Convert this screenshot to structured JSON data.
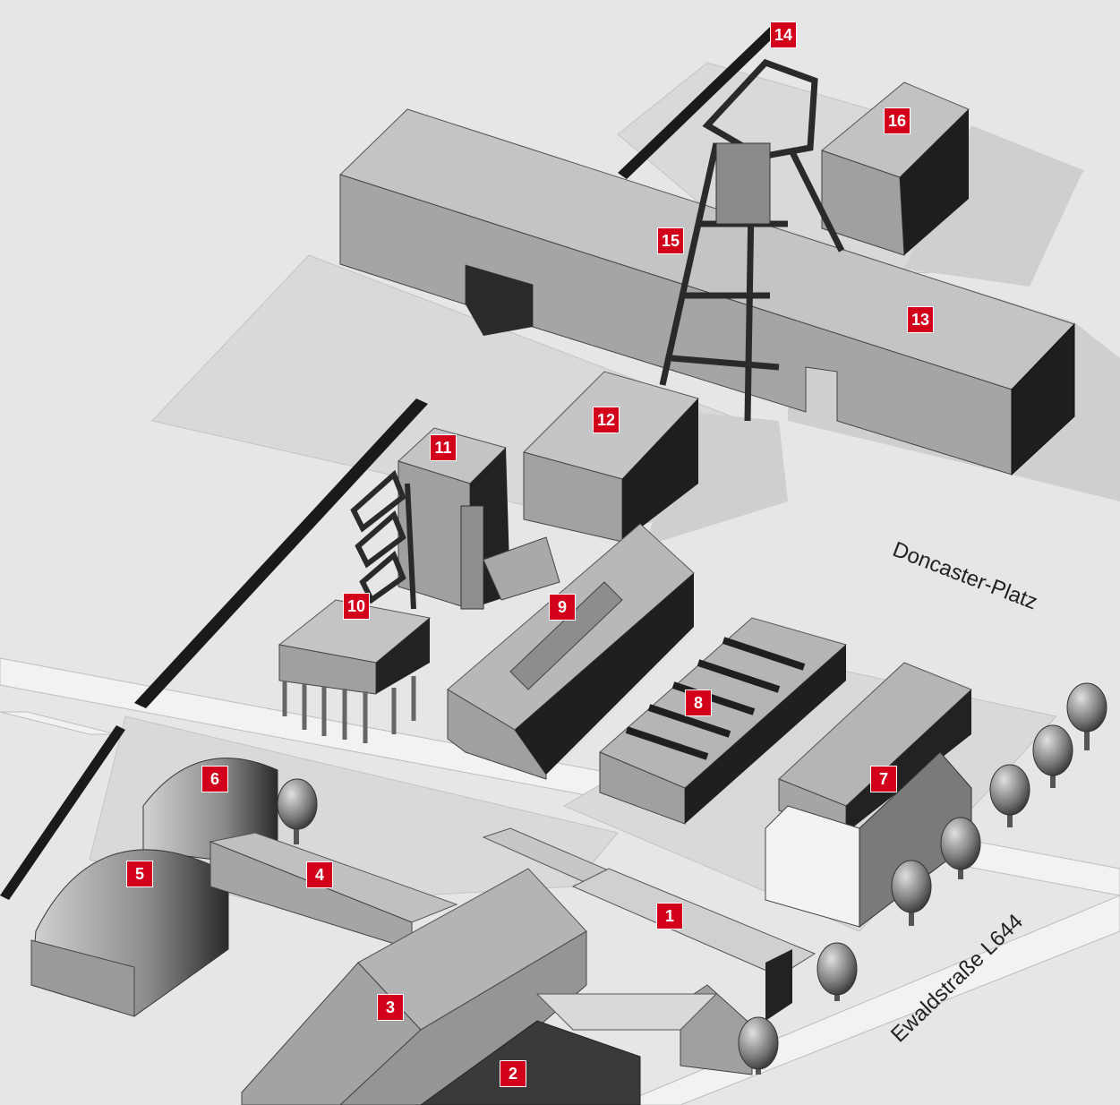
{
  "map": {
    "markers": [
      {
        "label": "1"
      },
      {
        "label": "2"
      },
      {
        "label": "3"
      },
      {
        "label": "4"
      },
      {
        "label": "5"
      },
      {
        "label": "6"
      },
      {
        "label": "7"
      },
      {
        "label": "8"
      },
      {
        "label": "9"
      },
      {
        "label": "10"
      },
      {
        "label": "11"
      },
      {
        "label": "12"
      },
      {
        "label": "13"
      },
      {
        "label": "14"
      },
      {
        "label": "15"
      },
      {
        "label": "16"
      }
    ],
    "streets": {
      "square": "Doncaster-Platz",
      "road": "Ewaldstraße L644"
    },
    "colors": {
      "marker": "#d3001b",
      "ground": "#e4e4e4",
      "roof": "#b3b3b3",
      "wall_light": "#9a9a9a",
      "wall_dark": "#1d1d1d"
    }
  }
}
